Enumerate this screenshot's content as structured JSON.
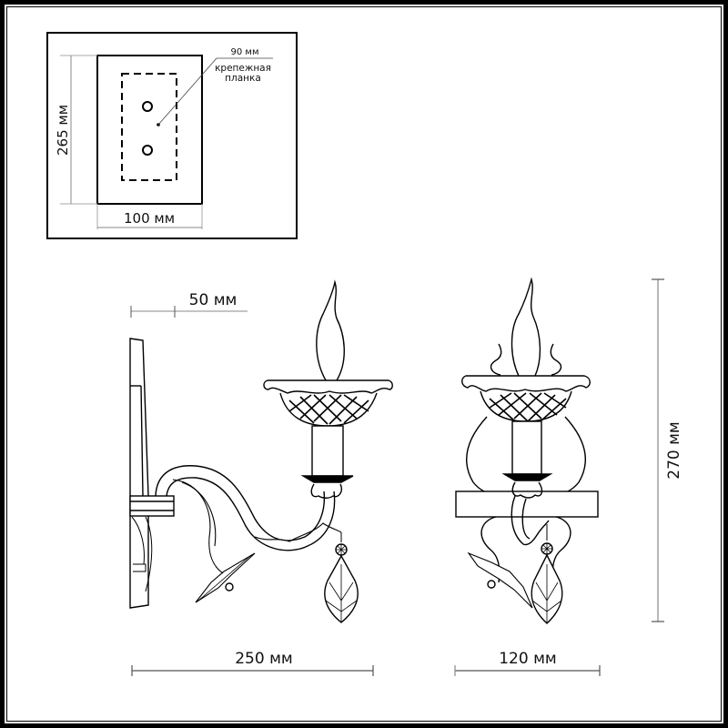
{
  "inset": {
    "height_label": "265 мм",
    "width_label": "100 мм",
    "plate_width_label": "90 мм",
    "plate_caption_line1": "крепежная",
    "plate_caption_line2": "планка"
  },
  "side_view": {
    "depth_label": "50 мм",
    "width_label": "250 мм"
  },
  "front_view": {
    "width_label": "120 мм",
    "height_label": "270 мм"
  },
  "colors": {
    "line": "#000000",
    "dimension_line": "#555555",
    "extension_line": "#aaaaaa"
  }
}
